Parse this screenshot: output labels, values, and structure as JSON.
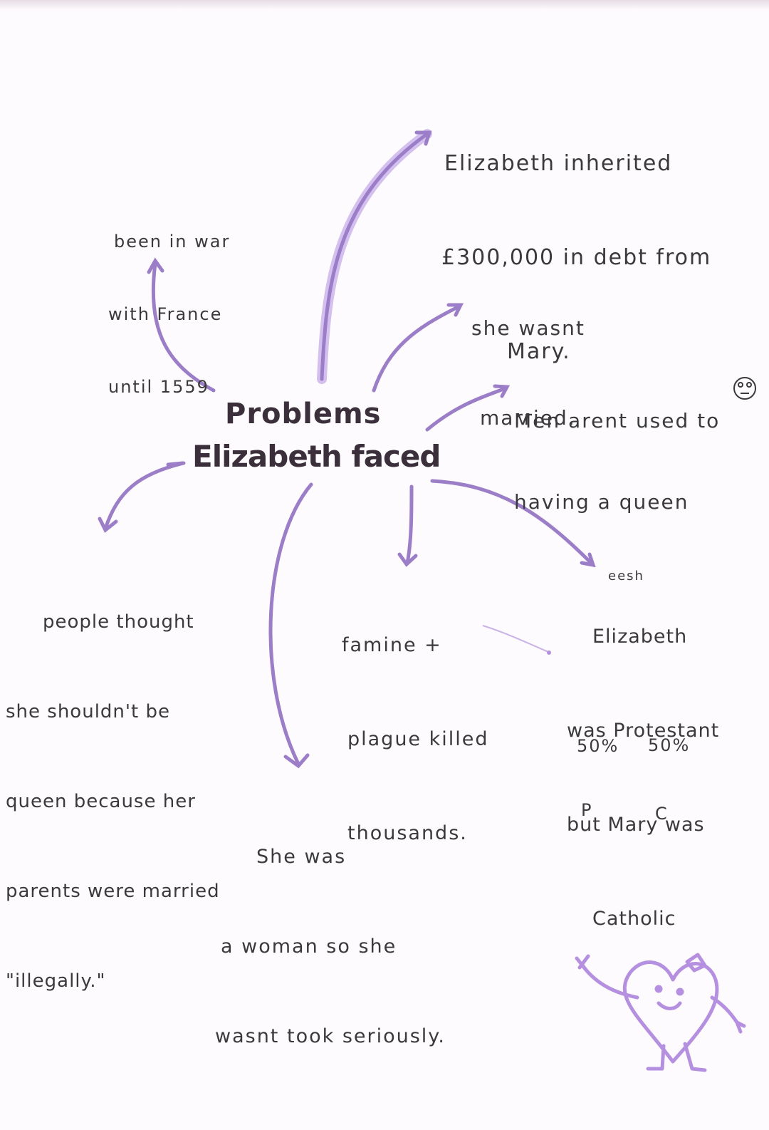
{
  "center": {
    "line1": "Problems",
    "line2": "Elizabeth faced"
  },
  "notes": {
    "debt": [
      "Elizabeth inherited",
      "£300,000 in debt from",
      "Mary."
    ],
    "war": [
      "been in war",
      "with France",
      "until 1559"
    ],
    "married": [
      "she wasnt",
      "married."
    ],
    "men": [
      "Men arent used to",
      "having a queen",
      "eesh"
    ],
    "parents": [
      "people thought",
      "she shouldn't be",
      "queen because her",
      "parents were married",
      "\"illegally.\""
    ],
    "famine": [
      "famine +",
      "plague killed",
      "thousands."
    ],
    "religion": [
      "Elizabeth",
      "was Protestant",
      "but Mary was",
      "Catholic"
    ],
    "religion_split": {
      "left_pct": "50%",
      "left_letter": "P",
      "right_pct": "50%",
      "right_letter": "C"
    },
    "woman": [
      "She was",
      "a woman so she",
      "wasnt took seriously."
    ]
  },
  "colors": {
    "arrow": "#9b7ec7",
    "arrow_light": "#c9b3e6",
    "ink": "#3a3a3c",
    "doodle": "#b690e0"
  }
}
